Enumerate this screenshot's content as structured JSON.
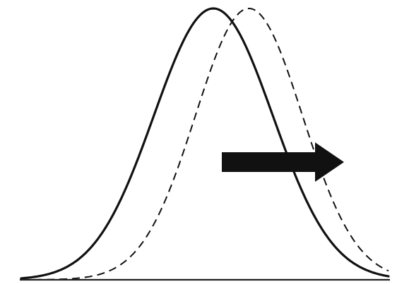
{
  "diagram": {
    "description_type": "distribution-shift",
    "curves": [
      {
        "name": "original-distribution",
        "style": "solid",
        "mean": 0.0,
        "sd": 1.0,
        "peak": 1.0
      },
      {
        "name": "shifted-distribution",
        "style": "dashed",
        "mean": 0.6,
        "sd": 0.9,
        "peak": 1.0
      }
    ],
    "shift_direction": "right",
    "colors": {
      "curve": "#111111",
      "arrow": "#111111",
      "baseline": "#222222",
      "background": "#ffffff"
    }
  }
}
